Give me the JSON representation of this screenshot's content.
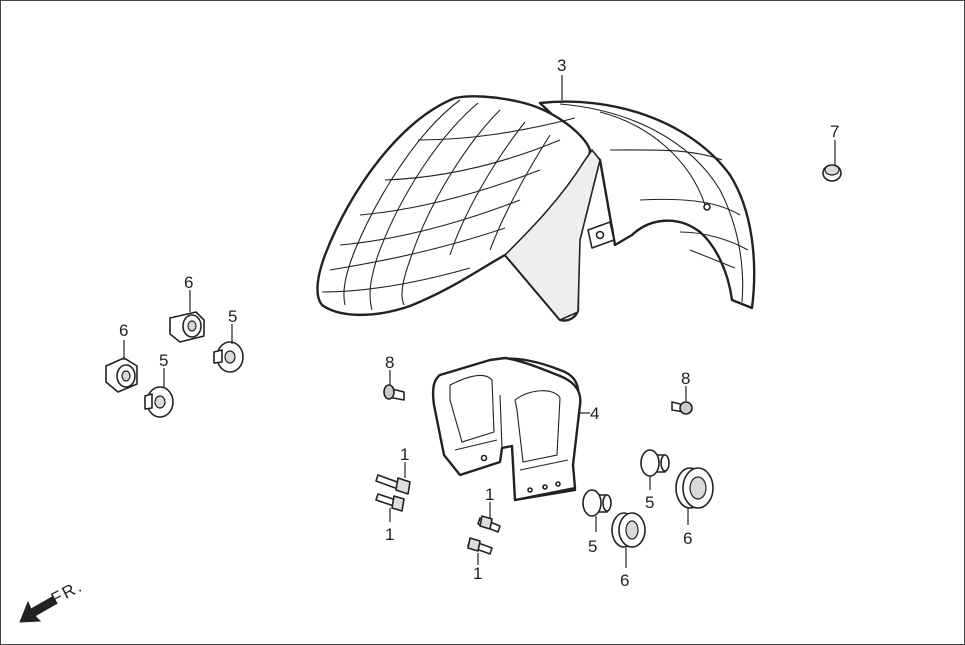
{
  "diagram": {
    "direction_label": "FR.",
    "callouts": {
      "front_fender": "3",
      "inner_fender": "4",
      "cap": "7",
      "bolt_top_left": "1",
      "bolt_bottom_left": "1",
      "bolt_top_mid": "1",
      "bolt_bottom_mid": "1",
      "collar_left_a": "5",
      "collar_left_b": "5",
      "collar_right_a": "5",
      "collar_right_b": "5",
      "grommet_left_a": "6",
      "grommet_left_b": "6",
      "grommet_right_a": "6",
      "grommet_right_b": "6",
      "screw_left": "8",
      "screw_right": "8"
    }
  }
}
